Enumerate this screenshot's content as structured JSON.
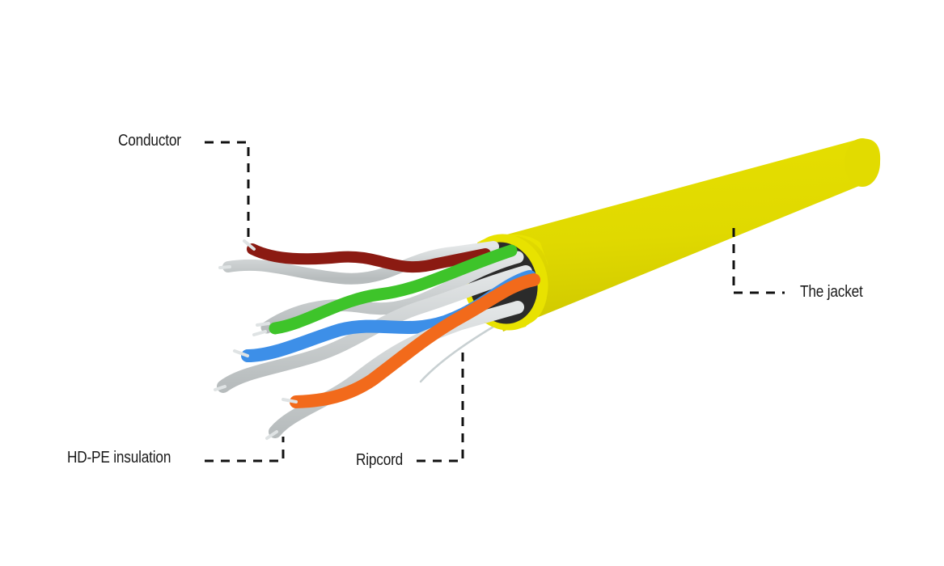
{
  "diagram": {
    "subject": "Twisted-pair network cable (cutaway)",
    "background": "#ffffff",
    "colors": {
      "jacket": "#e3dc00",
      "jacket_shade": "#c9c200",
      "jacket_rim": "#efe830",
      "jacket_inner": "#2b2b2b",
      "pair_brown": "#8b1a12",
      "pair_green": "#3ec42a",
      "pair_blue": "#3d8fe8",
      "pair_orange": "#f26a1b",
      "white_wire": "#d4d8d9",
      "white_wire_shade": "#b9bebf",
      "conductor": "#dfe3e4",
      "ripcord": "#c8d0d2",
      "leader_line": "#111111",
      "label_text": "#1a1a1a"
    },
    "labels": {
      "conductor": "Conductor",
      "insulation": "HD-PE insulation",
      "ripcord": "Ripcord",
      "jacket": "The jacket"
    },
    "pairs": [
      {
        "name": "brown pair",
        "color": "#8b1a12"
      },
      {
        "name": "green pair",
        "color": "#3ec42a"
      },
      {
        "name": "blue pair",
        "color": "#3d8fe8"
      },
      {
        "name": "orange pair",
        "color": "#f26a1b"
      }
    ]
  }
}
